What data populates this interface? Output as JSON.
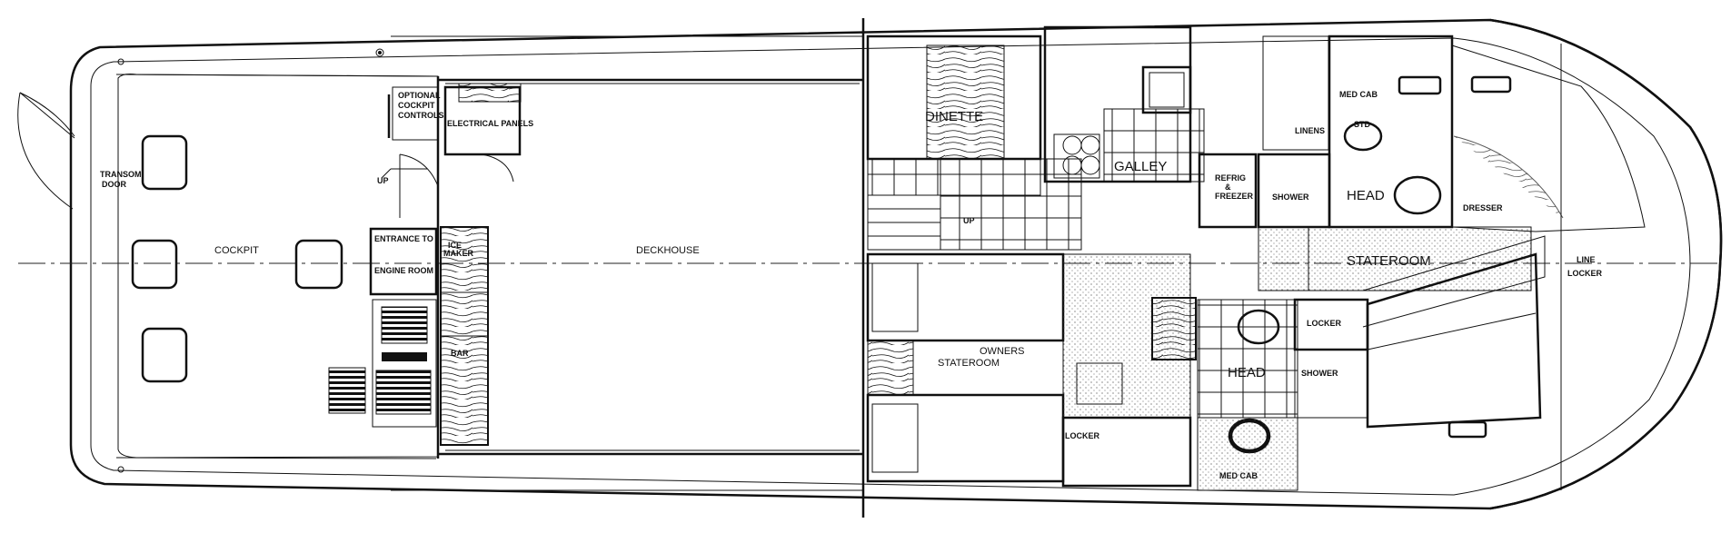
{
  "labels": {
    "transom_door": [
      "TRANSOM",
      "DOOR"
    ],
    "cockpit": "COCKPIT",
    "optional_cockpit_controls": [
      "OPTIONAL",
      "COCKPIT",
      "CONTROLS"
    ],
    "electrical_panels": "ELECTRICAL PANELS",
    "up_aft": "UP",
    "entrance_engine_room": [
      "ENTRANCE TO",
      "ENGINE ROOM"
    ],
    "ice_maker": [
      "ICE",
      "MAKER"
    ],
    "bar": "BAR",
    "deckhouse": "DECKHOUSE",
    "dinette": "DINETTE",
    "up_fwd": "UP",
    "galley": "GALLEY",
    "refrig_freezer": [
      "REFRIG",
      "&",
      "FREEZER"
    ],
    "shower_stbd": "SHOWER",
    "head_stbd": "HEAD",
    "linens": "LINENS",
    "med_cab_stbd": "MED CAB",
    "std": "STD",
    "dresser": "DRESSER",
    "stateroom": "STATEROOM",
    "line_locker": [
      "LINE",
      "LOCKER"
    ],
    "owners_stateroom": [
      "OWNERS",
      "STATEROOM"
    ],
    "locker_fwd": "LOCKER",
    "head_port": "HEAD",
    "shower_port": "SHOWER",
    "locker_aft": "LOCKER",
    "med_cab_port": "MED CAB"
  },
  "colors": {
    "line": "#111111",
    "background": "#ffffff",
    "stipple": "#444444"
  }
}
